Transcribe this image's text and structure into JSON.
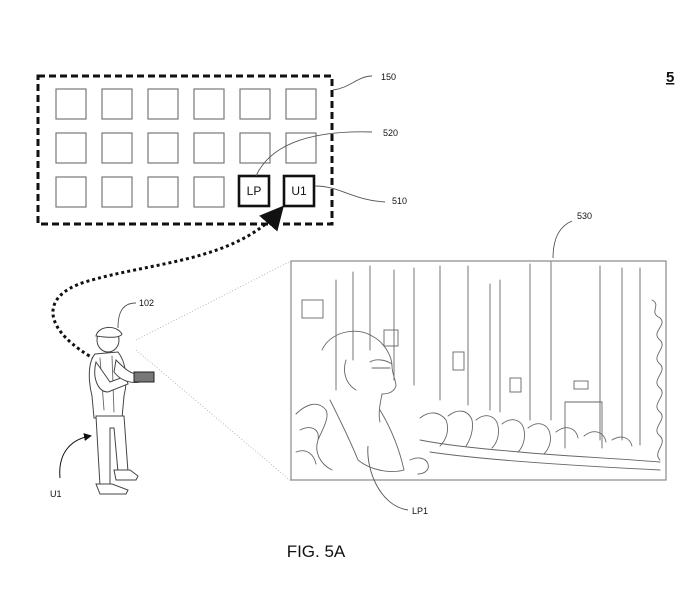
{
  "figure": {
    "page_number": "5",
    "caption": "FIG. 5A"
  },
  "labels": {
    "seating_grid": "150",
    "lp_indicator": "520",
    "user_indicator": "510",
    "view_image": "530",
    "device": "102",
    "user": "U1",
    "person_in_view": "LP1"
  },
  "grid": {
    "rows": 3,
    "cols": 6,
    "lp_box_text": "LP",
    "u1_box_text": "U1"
  }
}
